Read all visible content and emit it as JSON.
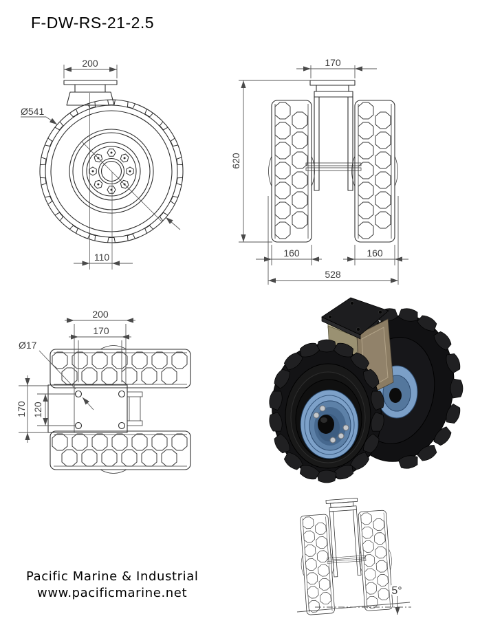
{
  "title": "F-DW-RS-21-2.5",
  "footer": {
    "company": "Pacific Marine & Industrial",
    "website": "www.pacificmarine.net"
  },
  "views": {
    "front": {
      "dim_plate_width": "200",
      "dim_wheel_diameter": "Ø541",
      "dim_swivel_offset": "110"
    },
    "side": {
      "dim_plate_width": "170",
      "dim_overall_height": "620",
      "dim_wheel_width_left": "160",
      "dim_wheel_width_right": "160",
      "dim_overall_width": "528"
    },
    "top": {
      "dim_plate_width": "200",
      "dim_bolt_spacing_h": "170",
      "dim_hole_diameter": "Ø17",
      "dim_plate_depth": "170",
      "dim_bolt_spacing_v": "120"
    },
    "tilted": {
      "dim_camber_angle": "5°"
    }
  },
  "render_colors": {
    "tire_black": "#131313",
    "hub_blue": "#7da1c9",
    "bracket_olive": "#9a9172",
    "bracket_brown": "#8b7c63",
    "top_plate_black": "#1d1d1f",
    "bolt_silver": "#c4c8cc"
  }
}
